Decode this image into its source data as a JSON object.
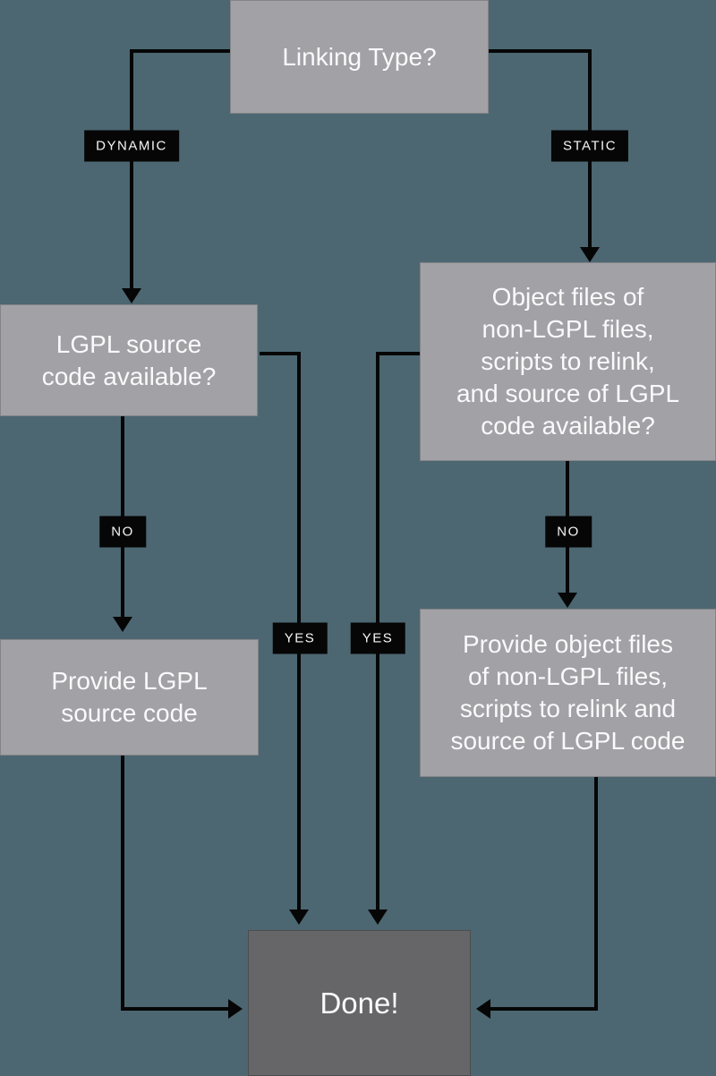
{
  "diagram": {
    "type": "flowchart",
    "topic": "LGPL compliance by linking type"
  },
  "colors": {
    "background": "#4C6771",
    "node_fill": "#A1A1A6",
    "done_node_fill": "#666669",
    "connector": "#060606",
    "edge_label_bg": "#060606",
    "text": "#FFFFFF"
  },
  "nodes": {
    "linking_type": {
      "label": "Linking Type?"
    },
    "lgpl_source_available": {
      "label": "LGPL source\ncode available?"
    },
    "object_files_available": {
      "label": "Object files of\nnon-LGPL files,\nscripts to relink,\nand source of LGPL\ncode available?"
    },
    "provide_lgpl_source": {
      "label": "Provide LGPL\nsource code"
    },
    "provide_object_files": {
      "label": "Provide object files\nof non-LGPL files,\nscripts to relink and\nsource of LGPL code"
    },
    "done": {
      "label": "Done!"
    }
  },
  "edge_labels": {
    "dynamic": "DYNAMIC",
    "static": "STATIC",
    "no_left": "NO",
    "no_right": "NO",
    "yes_left": "YES",
    "yes_right": "YES"
  }
}
